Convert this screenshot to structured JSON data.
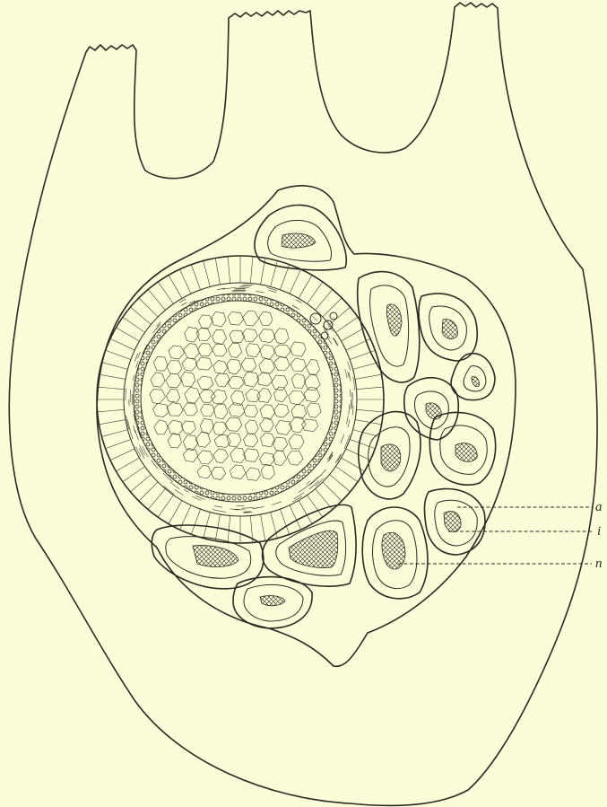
{
  "figure": {
    "ink_color": "#2b2a22",
    "paper_color": "#fdfcd9",
    "labels": [
      {
        "id": "a",
        "text": "a"
      },
      {
        "id": "i",
        "text": "i"
      },
      {
        "id": "n",
        "text": "n"
      }
    ]
  }
}
